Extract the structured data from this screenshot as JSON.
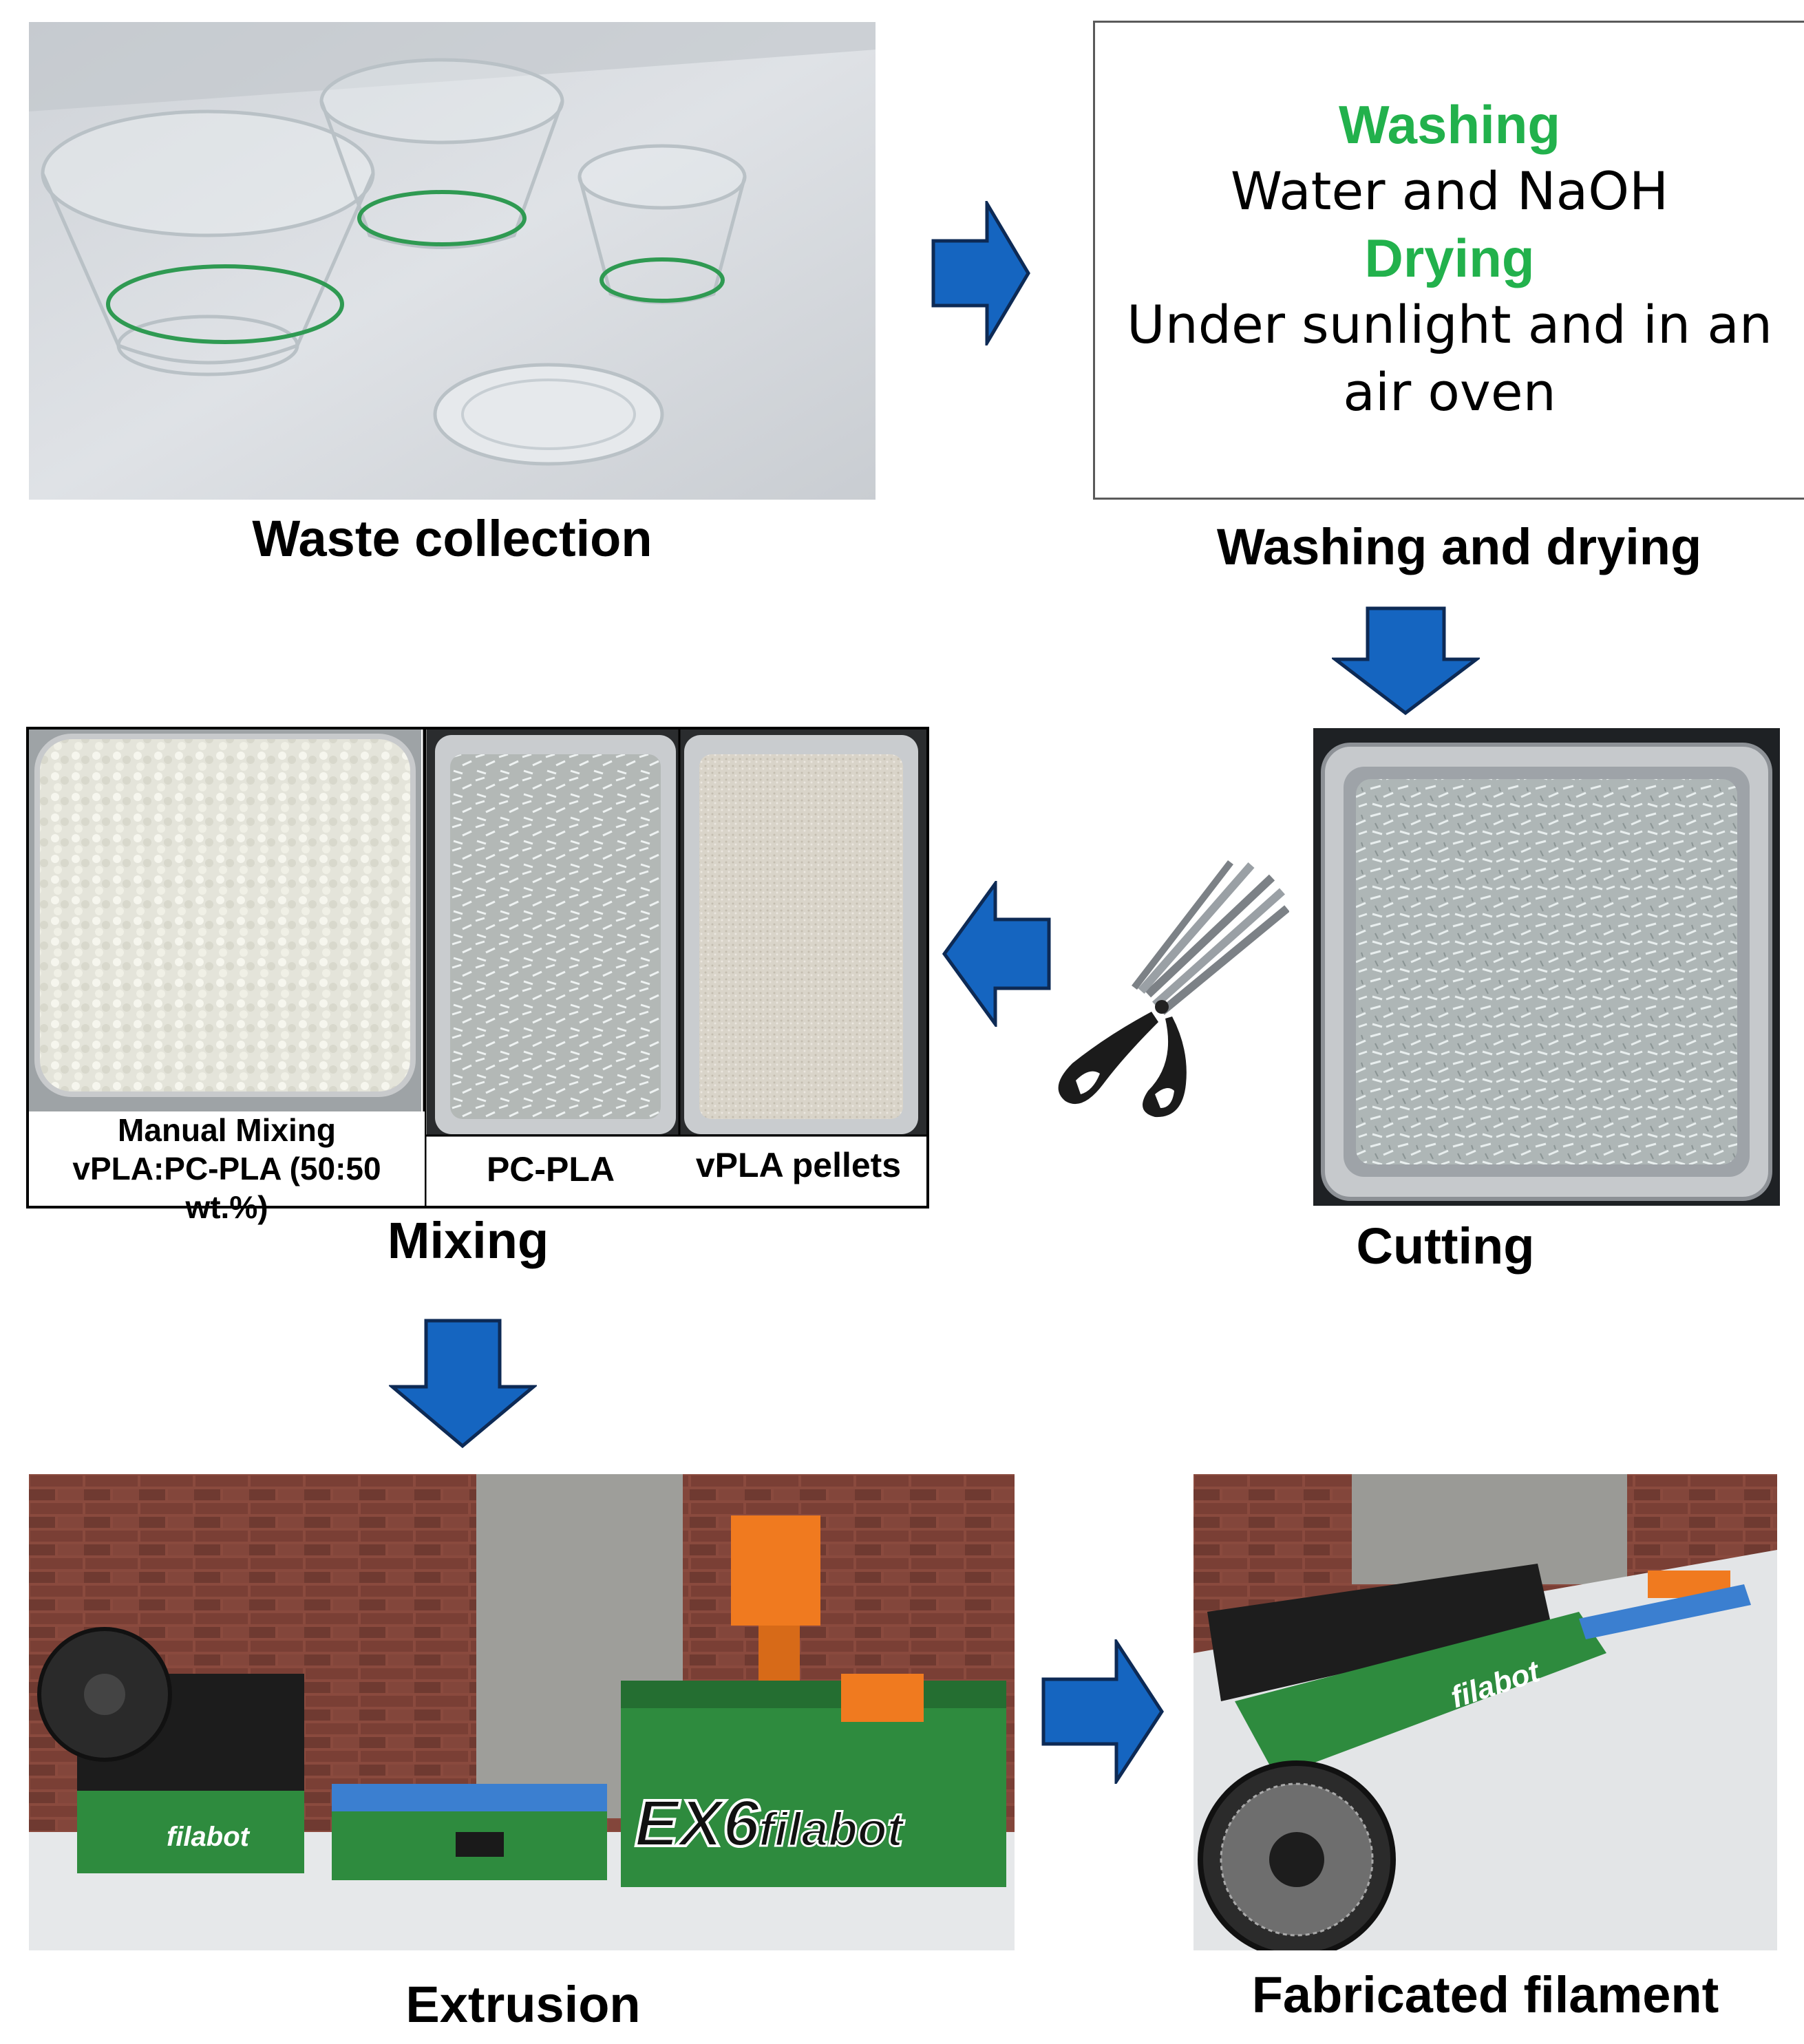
{
  "steps": {
    "waste_collection": "Waste collection",
    "washing_drying": "Washing and drying",
    "cutting": "Cutting",
    "mixing": "Mixing",
    "extrusion": "Extrusion",
    "fabricated_filament": "Fabricated filament"
  },
  "wash_box": {
    "washing_title": "Washing",
    "washing_detail": "Water and NaOH",
    "drying_title": "Drying",
    "drying_detail_line1": "Under sunlight and in an",
    "drying_detail_line2": "air oven"
  },
  "mixing_panel": {
    "manual_line1": "Manual Mixing",
    "manual_line2": "vPLA:PC-PLA (50:50 wt.%)",
    "pcpla": "PC-PLA",
    "vpla": "vPLA pellets"
  },
  "machine_labels": {
    "ex6": "EX6",
    "filabot": "filabot"
  },
  "colors": {
    "arrow": "#1565c0",
    "heading_green": "#22b14c"
  },
  "icons": [
    "right-arrow-icon",
    "down-arrow-icon",
    "left-arrow-icon",
    "scissors-icon"
  ]
}
